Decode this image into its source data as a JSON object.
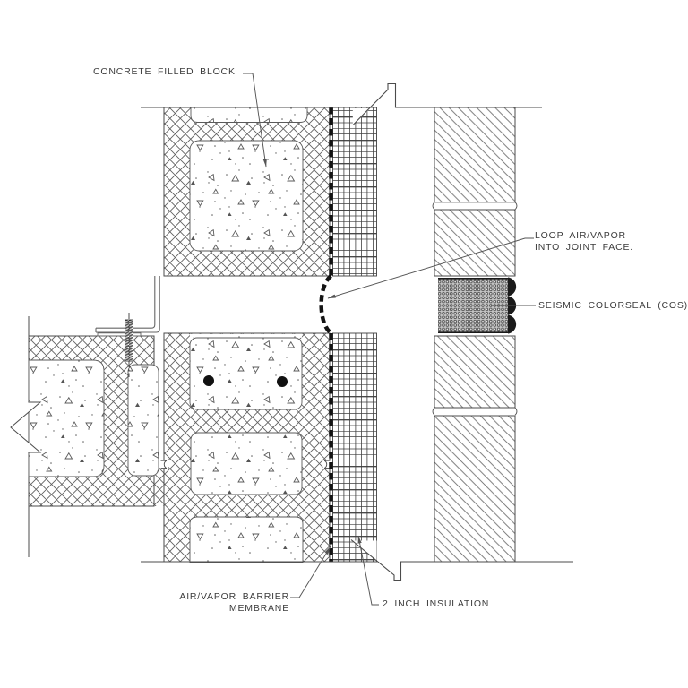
{
  "drawing": {
    "type": "construction-detail-section",
    "description": "Masonry wall seismic expansion joint detail"
  },
  "colors": {
    "ink": "#4b4b4b",
    "hatch": "#606060",
    "brick_hatch": "#737373",
    "grid_hatch": "#3f3f3f",
    "membrane": "#141414",
    "seal_fill": "#1a1a1a",
    "seal_texture_bg": "#c4c4c4",
    "text": "#3b3b3b",
    "background": "#ffffff"
  },
  "annotations": {
    "concrete_filled_block": {
      "label": "CONCRETE FILLED BLOCK"
    },
    "loop_air_vapor": {
      "line1": "LOOP AIR/VAPOR",
      "line2": "INTO JOINT FACE."
    },
    "seismic_colorseal": {
      "label": "SEISMIC COLORSEAL (COS)"
    },
    "air_vapor_barrier": {
      "line1": "AIR/VAPOR BARRIER",
      "line2": "MEMBRANE"
    },
    "two_inch_insulation": {
      "label": "2 INCH INSULATION"
    }
  }
}
